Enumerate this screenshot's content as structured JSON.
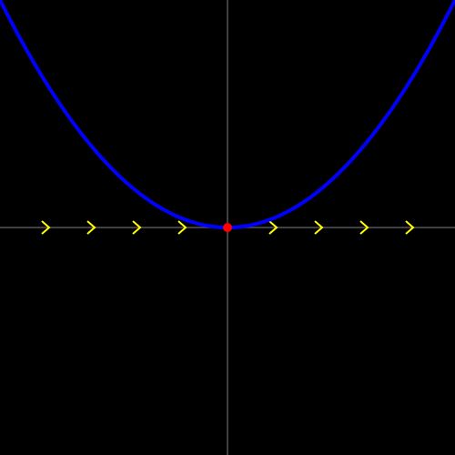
{
  "chart_data": {
    "type": "line",
    "title": "",
    "xlabel": "",
    "ylabel": "",
    "xlim": [
      -5,
      5
    ],
    "ylim": [
      -5,
      5
    ],
    "grid": false,
    "background_color": "#000000",
    "axis_color": "#555555",
    "series": [
      {
        "function": "y = 0.2 * x^2",
        "x": [
          -5,
          -4,
          -3,
          -2,
          -1,
          0,
          1,
          2,
          3,
          4,
          5
        ],
        "y": [
          5,
          3.2,
          1.8,
          0.8,
          0.2,
          0,
          0.2,
          0.8,
          1.8,
          3.2,
          5
        ],
        "color": "#0000ff"
      }
    ],
    "points": [
      {
        "x": 0,
        "y": 0,
        "color": "#ff0000"
      }
    ],
    "arrows": {
      "direction": "right",
      "color": "#ffff00",
      "y": 0,
      "x": [
        -4,
        -3,
        -2,
        -1,
        1,
        2,
        3,
        4
      ]
    }
  }
}
